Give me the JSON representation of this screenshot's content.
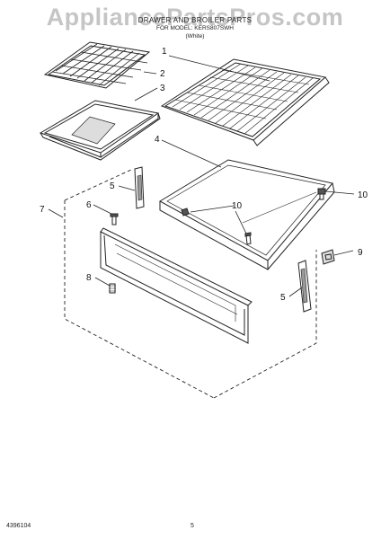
{
  "header": {
    "watermark": "AppliancePartsPros.com",
    "title": "DRAWER AND BROILER PARTS",
    "subtitle": "FOR MODEL: KERS807SWH",
    "color": "(White)"
  },
  "callouts": {
    "c1": "1",
    "c2": "2",
    "c3": "3",
    "c4": "4",
    "c5a": "5",
    "c5b": "5",
    "c6": "6",
    "c7": "7",
    "c8": "8",
    "c9": "9",
    "c10a": "10",
    "c10b": "10"
  },
  "footer": {
    "doc_number": "4396104",
    "page_number": "5"
  }
}
